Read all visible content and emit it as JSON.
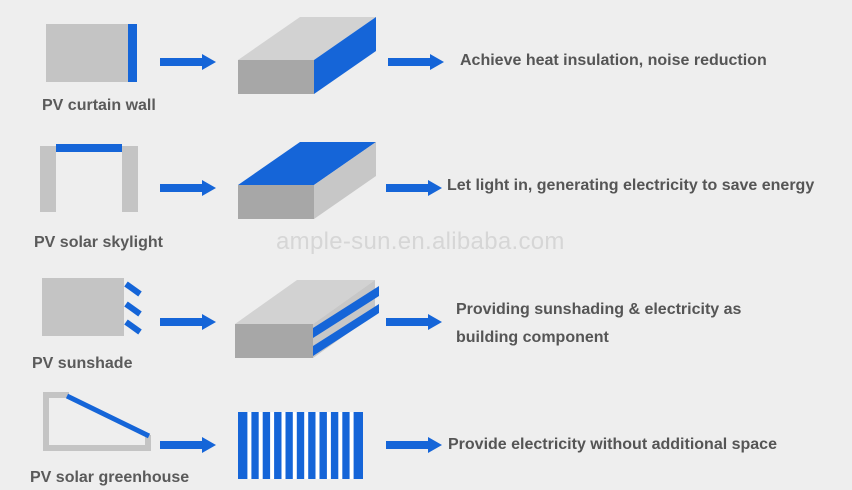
{
  "watermark": "ample-sun.en.alibaba.com",
  "colors": {
    "gray": "#c4c4c4",
    "blue": "#1565d8",
    "text": "#5a5a5a"
  },
  "rows": [
    {
      "label": "PV curtain wall",
      "description": [
        "Achieve heat insulation, noise reduction"
      ]
    },
    {
      "label": "PV solar skylight",
      "description": [
        "Let light in, generating electricity to save energy"
      ]
    },
    {
      "label": "PV sunshade",
      "description": [
        "Providing sunshading & electricity as",
        "building component"
      ]
    },
    {
      "label": "PV solar greenhouse",
      "description": [
        "Provide electricity without additional space"
      ]
    }
  ]
}
